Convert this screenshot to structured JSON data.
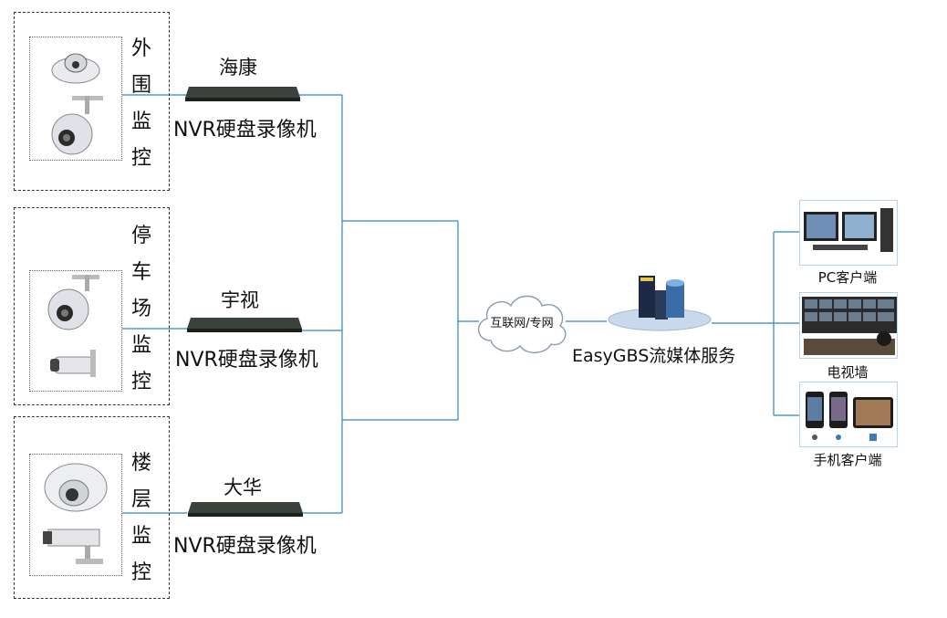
{
  "zones": [
    {
      "label_chars": [
        "外",
        "围",
        "监",
        "控"
      ]
    },
    {
      "label_chars": [
        "停",
        "车",
        "场",
        "监",
        "控"
      ]
    },
    {
      "label_chars": [
        "楼",
        "层",
        "监",
        "控"
      ]
    }
  ],
  "nvrs": [
    {
      "brand": "海康",
      "label": "NVR硬盘录像机"
    },
    {
      "brand": "宇视",
      "label": "NVR硬盘录像机"
    },
    {
      "brand": "大华",
      "label": "NVR硬盘录像机"
    }
  ],
  "network": {
    "label": "互联网/专网"
  },
  "server": {
    "label": "EasyGBS流媒体服务"
  },
  "clients": [
    {
      "label": "PC客户端"
    },
    {
      "label": "电视墙"
    },
    {
      "label": "手机客户端"
    }
  ],
  "colors": {
    "line": "#2e86c1",
    "nvr_body": "#2a2f2a",
    "dashed_border": "#333333"
  }
}
